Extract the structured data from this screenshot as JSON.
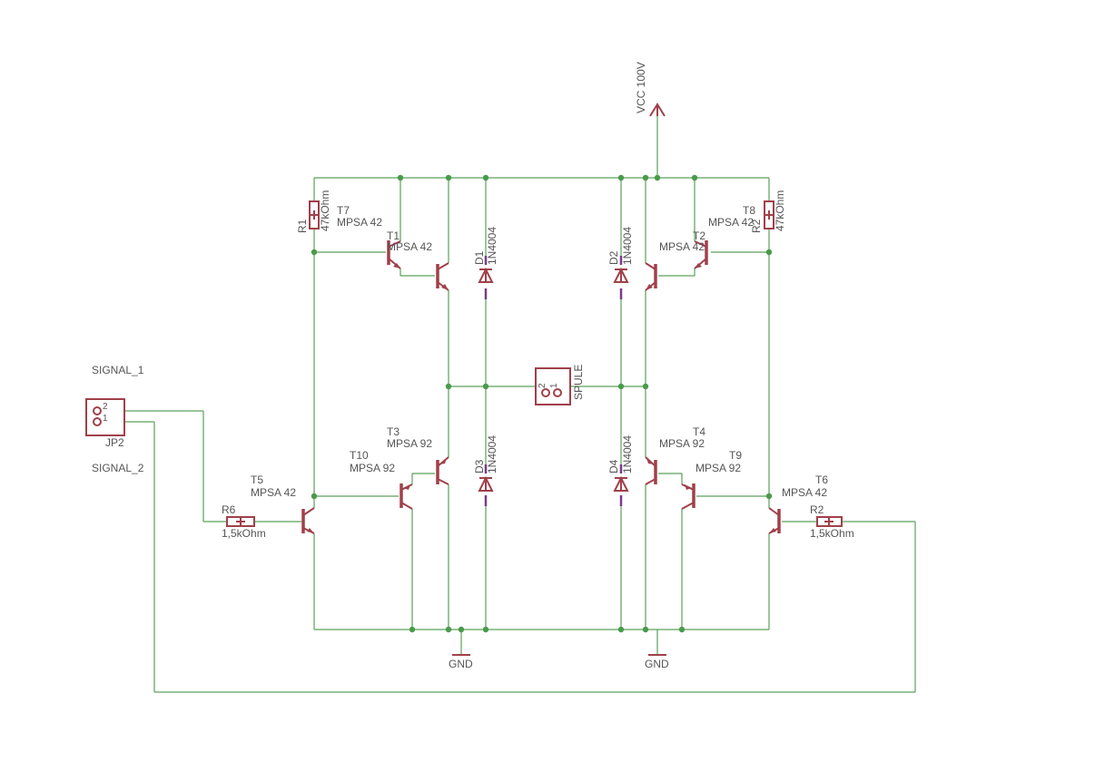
{
  "power": {
    "vcc": "VCC 100V",
    "gnd_left": "GND",
    "gnd_right": "GND"
  },
  "resistors": {
    "r1": {
      "ref": "R1",
      "value": "47kOhm"
    },
    "r2top": {
      "ref": "R2",
      "value": "47kOhm"
    },
    "r6": {
      "ref": "R6",
      "value": "1,5kOhm"
    },
    "r2": {
      "ref": "R2",
      "value": "1,5kOhm"
    }
  },
  "transistors": {
    "t7": {
      "ref": "T7",
      "value": "MPSA 42"
    },
    "t1": {
      "ref": "T1",
      "value": "MPSA 42"
    },
    "t8": {
      "ref": "T8",
      "value": "MPSA 42"
    },
    "t2": {
      "ref": "T2",
      "value": "MPSA 42"
    },
    "t3": {
      "ref": "T3",
      "value": "MPSA 92"
    },
    "t10": {
      "ref": "T10",
      "value": "MPSA 92"
    },
    "t5": {
      "ref": "T5",
      "value": "MPSA 42"
    },
    "t4": {
      "ref": "T4",
      "value": "MPSA 92"
    },
    "t9": {
      "ref": "T9",
      "value": "MPSA 92"
    },
    "t6": {
      "ref": "T6",
      "value": "MPSA 42"
    }
  },
  "diodes": {
    "d1": {
      "ref": "D1",
      "value": "1N4004"
    },
    "d2": {
      "ref": "D2",
      "value": "1N4004"
    },
    "d3": {
      "ref": "D3",
      "value": "1N4004"
    },
    "d4": {
      "ref": "D4",
      "value": "1N4004"
    }
  },
  "spule": {
    "ref": "SPULE",
    "pin2": "2",
    "pin1": "1"
  },
  "jp2": {
    "ref": "JP2",
    "pin2": "2",
    "pin1": "1"
  },
  "signals": {
    "s1": "SIGNAL_1",
    "s2": "SIGNAL_2"
  },
  "colors": {
    "wire": "#5aa05a",
    "symbol": "#a0404a",
    "junction": "#4a9a4a",
    "text": "#555555"
  }
}
